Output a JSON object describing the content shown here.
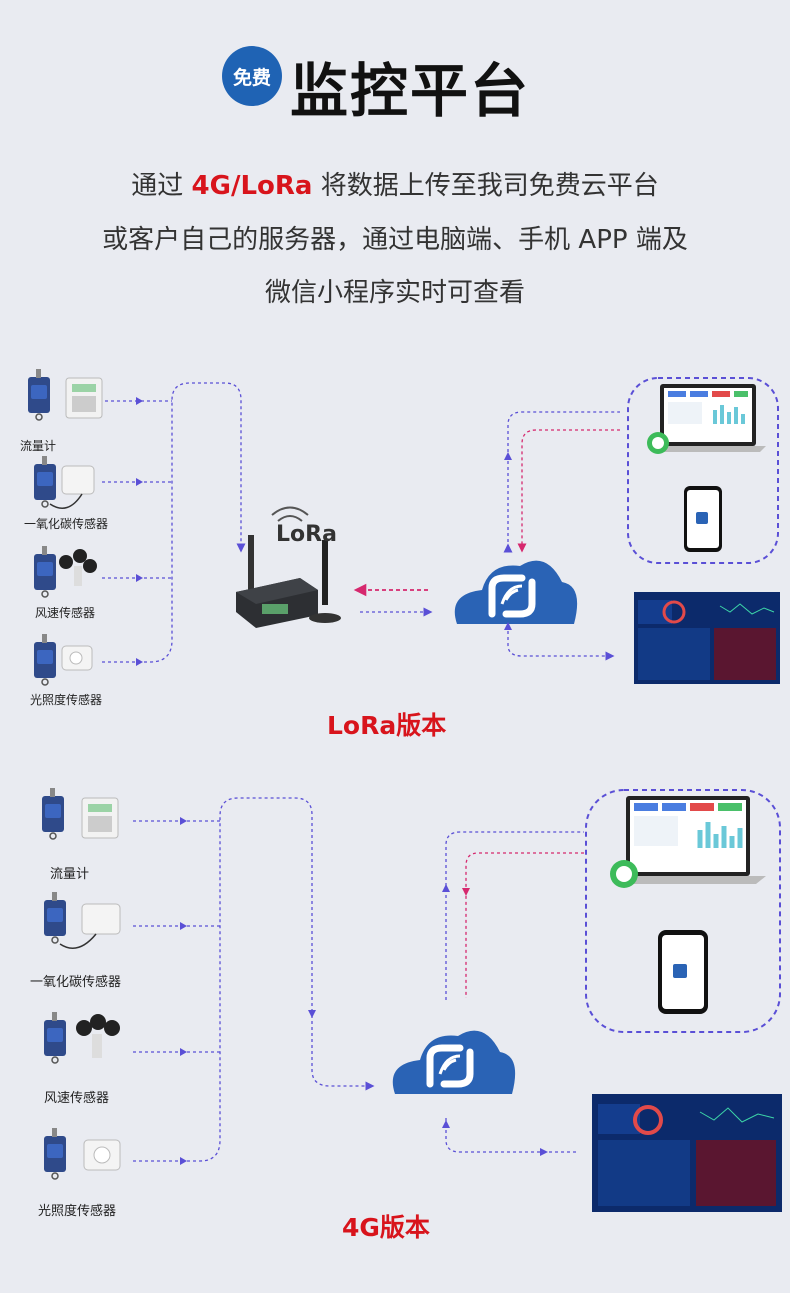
{
  "header": {
    "badge": "免费",
    "title": "监控平台",
    "subtitle_line1_before": "通过",
    "subtitle_line1_highlight": "4G/LoRa",
    "subtitle_line1_after": "将数据上传至我司免费云平台",
    "subtitle_line2": "或客户自己的服务器，通过电脑端、手机 APP 端及",
    "subtitle_line3": "微信小程序实时可查看"
  },
  "lora_section": {
    "sensors": [
      "流量计",
      "一氧化碳传感器",
      "风速传感器",
      "光照度传感器"
    ],
    "gateway_logo": "LoRa",
    "version_label": "LoRa版本"
  },
  "g4_section": {
    "sensors": [
      "流量计",
      "一氧化碳传感器",
      "风速传感器",
      "光照度传感器"
    ],
    "version_label": "4G版本"
  },
  "colors": {
    "brand_blue": "#1f63b4",
    "highlight_red": "#d8141c",
    "upload_arrow": "#5a4fd6",
    "download_arrow": "#d6286e",
    "background": "#e9ebf1"
  }
}
